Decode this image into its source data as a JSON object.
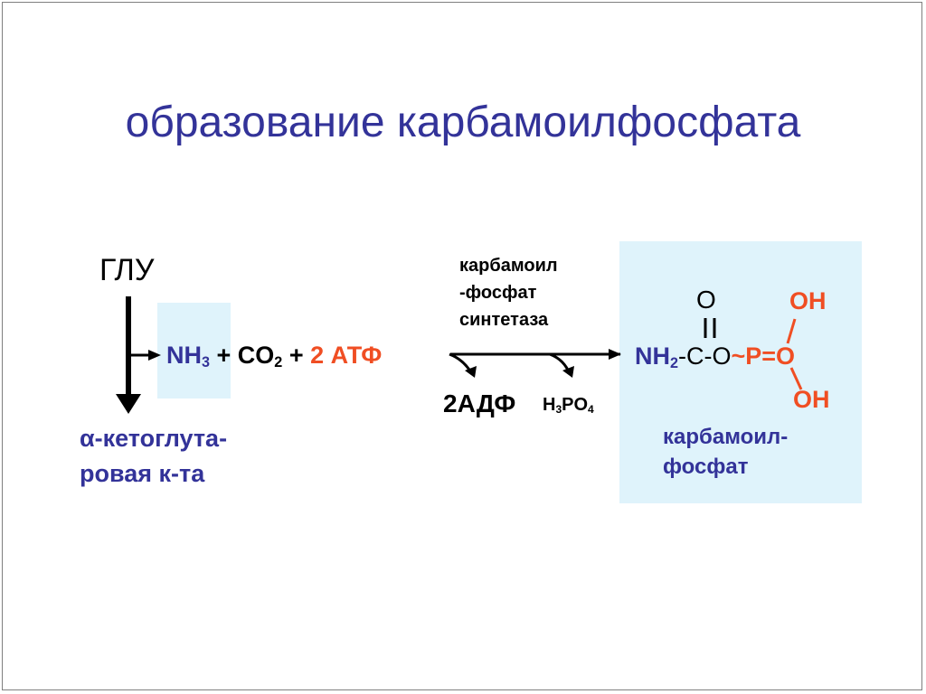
{
  "slide": {
    "title": "образование карбамоилфосфата"
  },
  "donor": {
    "label": "ГЛУ",
    "product_line1": "α-кетоглута-",
    "product_line2": "ровая к-та"
  },
  "reactants": {
    "nh3_main": "NH",
    "nh3_sub": "3",
    "plus1": " + ",
    "co2_main": "CO",
    "co2_sub": "2",
    "plus2": " + ",
    "atp": "2 АТФ"
  },
  "enzyme": {
    "line1": "карбамоил",
    "line2": "-фосфат",
    "line3": "синтетаза"
  },
  "byproducts": {
    "adp": "2АДФ",
    "phosphate_h": "H",
    "phosphate_h_sub": "3",
    "phosphate_po": "PO",
    "phosphate_po_sub": "4"
  },
  "product": {
    "carbonyl_o": "O",
    "nh2_main": "NH",
    "nh2_sub": "2",
    "chain_black": "-C-O",
    "chain_red": "~P=O",
    "oh_top": "OH",
    "oh_bottom": "OH",
    "name_line1": "карбамоил-",
    "name_line2": "фосфат"
  },
  "colors": {
    "navy": "#333399",
    "red": "#f04e23",
    "box": "#dff3fb"
  }
}
